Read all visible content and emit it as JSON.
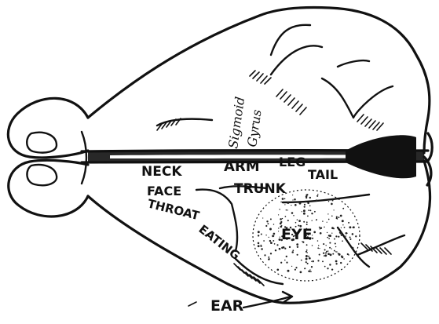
{
  "diagram": {
    "labels": {
      "neck": "NECK",
      "arm": "ARM",
      "leg": "LEG",
      "tail": "TAIL",
      "face": "FACE",
      "trunk": "TRUNK",
      "throat": "THROAT",
      "eating": "EATING",
      "eye": "EYE",
      "ear": "EAR",
      "sigmoid": "Sigmoid",
      "gyrus": "Gyrus"
    },
    "colors": {
      "ink": "#111111",
      "paper": "#ffffff"
    }
  }
}
